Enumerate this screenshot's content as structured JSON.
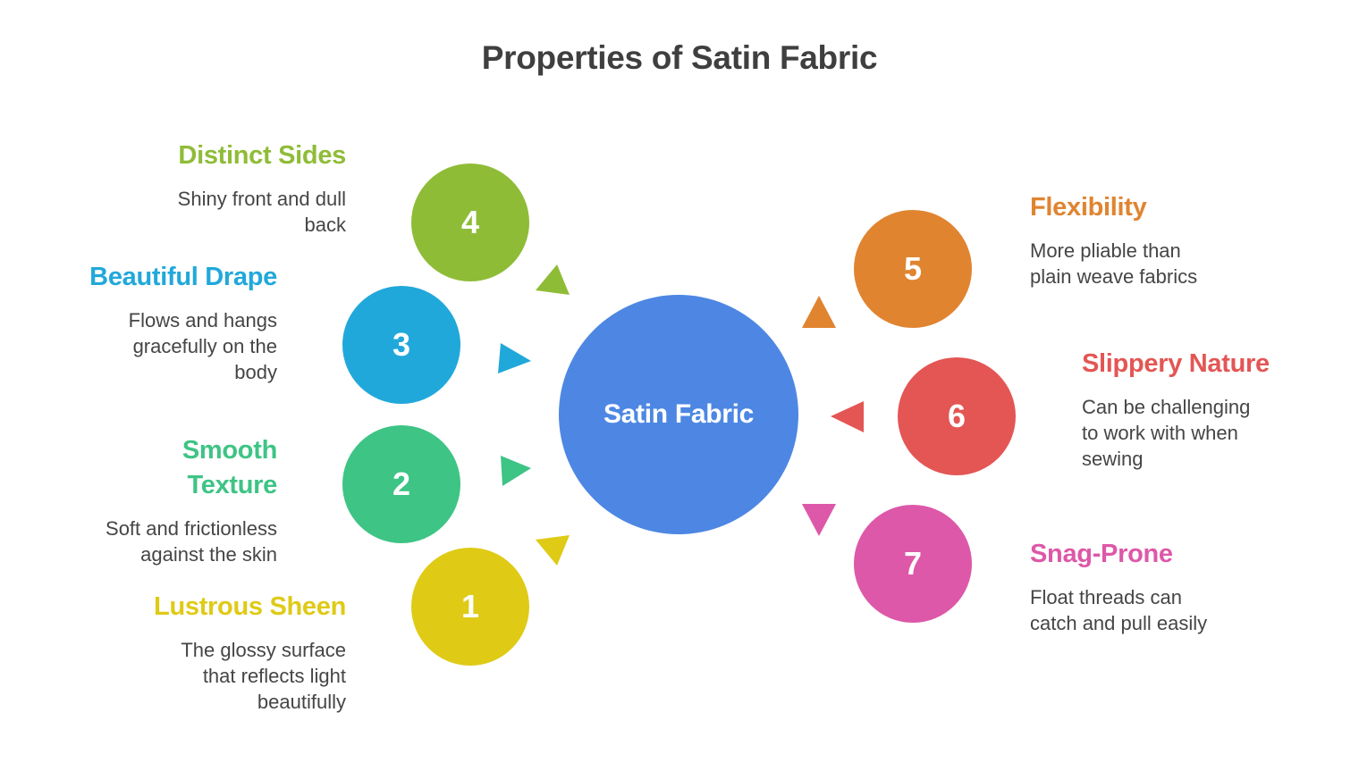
{
  "title": "Properties of Satin Fabric",
  "center": {
    "label": "Satin Fabric",
    "color": "#4d87e3"
  },
  "items": [
    {
      "number": "1",
      "heading": "Lustrous Sheen",
      "description": "The glossy surface that reflects light beautifully",
      "color": "#dfca16"
    },
    {
      "number": "2",
      "heading": "Smooth Texture",
      "description": "Soft and frictionless against the skin",
      "color": "#3ec485"
    },
    {
      "number": "3",
      "heading": "Beautiful Drape",
      "description": "Flows and hangs gracefully on the body",
      "color": "#21a8da"
    },
    {
      "number": "4",
      "heading": "Distinct Sides",
      "description": "Shiny front and dull back",
      "color": "#8fbc37"
    },
    {
      "number": "5",
      "heading": "Flexibility",
      "description": "More pliable than plain weave fabrics",
      "color": "#e08430"
    },
    {
      "number": "6",
      "heading": "Slippery Nature",
      "description": "Can be challenging to work with when sewing",
      "color": "#e35654"
    },
    {
      "number": "7",
      "heading": "Snag-Prone",
      "description": "Float threads can catch and pull easily",
      "color": "#dd58a8"
    }
  ]
}
